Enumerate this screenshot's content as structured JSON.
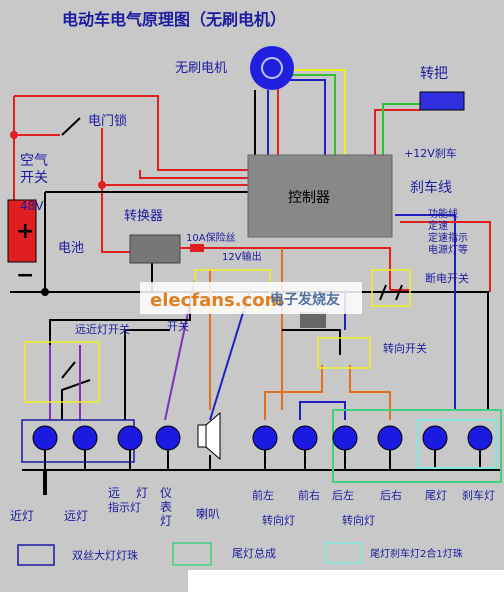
{
  "title": "电动车电气原理图（无刷电机）",
  "labels": {
    "motor": "无刷电机",
    "throttle": "转把",
    "door_lock": "电门锁",
    "air_switch_1": "空气",
    "air_switch_2": "开关",
    "volt48": "48V",
    "battery": "电池",
    "converter": "转换器",
    "controller": "控制器",
    "brake12v": "+12V刹车",
    "brake_line": "刹车线",
    "func_1": "功能线",
    "func_2": "定速",
    "func_3": "定速指示",
    "func_4": "电源灯等",
    "fuse": "10A保险丝",
    "out12v": "12V输出",
    "breaker_switch": "断电开关",
    "switch": "开关",
    "headlight_switch": "远近灯开关",
    "turn_switch": "转向开关",
    "low_beam": "近灯",
    "high_beam": "远灯",
    "high_ind_1": "远",
    "high_ind_2": "灯",
    "high_ind_3": "指示灯",
    "meter_1": "仪",
    "meter_2": "表",
    "meter_3": "灯",
    "horn": "喇叭",
    "front_left": "前左",
    "front_right": "前右",
    "rear_left": "后左",
    "rear_right": "后右",
    "turn_light_1": "转向灯",
    "turn_light_2": "转向灯",
    "tail": "尾灯",
    "brake_light": "刹车灯",
    "plus": "+",
    "minus": "−",
    "watermark_logo": "elecfans.com",
    "watermark_text": "电子发烧友"
  },
  "legend": [
    {
      "label": "双丝大灯灯珠",
      "color": "#1a1aa0"
    },
    {
      "label": "尾灯总成",
      "color": "#40d080"
    },
    {
      "label": "尾灯刹车灯2合1灯珠",
      "color": "#80e8e0"
    }
  ],
  "colors": {
    "red": "#e02020",
    "black": "#000000",
    "blue": "#2020c0",
    "green": "#30c030",
    "yellow": "#f0f020",
    "orange": "#e07020",
    "purple": "#8030c0",
    "bulb": "#1a1ae0",
    "controller": "#888888"
  }
}
